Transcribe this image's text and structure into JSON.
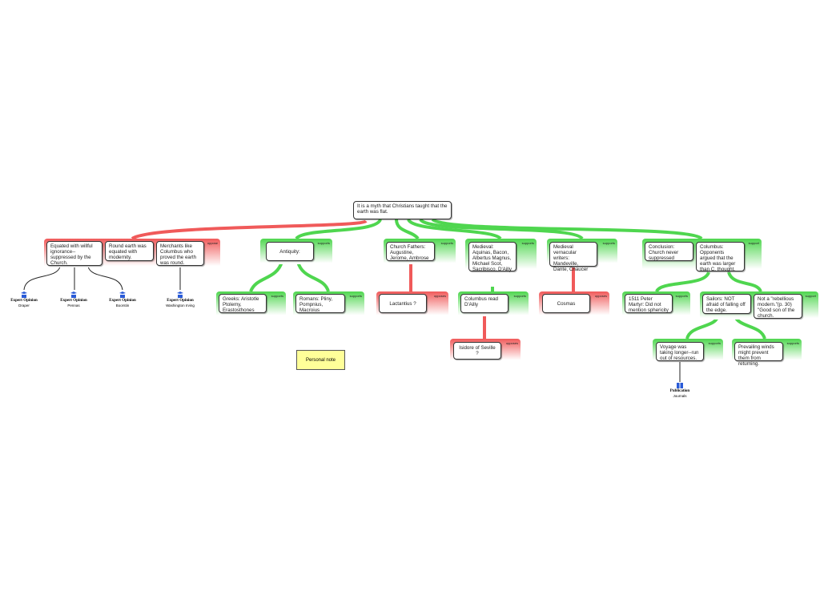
{
  "root": "It is a myth that Christians taught that the earth was flat.",
  "labels": {
    "supports": "supports",
    "opposes": "opposes",
    "oppose": "oppose",
    "support": "support"
  },
  "groups": {
    "a": [
      "Equated with willful ignorance--suppressed by the Church.",
      "Round earth was equated with modernity.",
      "Merchants like Columbus who proved the earth was round."
    ],
    "antiquity": "Antiquity:",
    "greeks": "Greeks: Aristotle Ptolemy, Erastosthones",
    "romans": "Romans: Pliny, Pompnius, Macroius",
    "church": "Church Fathers: Augustine, Jerome, Ambrose",
    "lactantius": "Lactantius ?",
    "medieval": "Medieval: Aquinas, Bacon, Albertus Magnus, Michael Scot, Sacribisco, D'Ailly",
    "columbus_read": "Columbus read D'Ailly",
    "isidore": "Isidore of Seville ?",
    "vernacular": "Medieval vernacular writers: Mandeville, Dante, Chaucer",
    "cosmas": "Cosmas",
    "conclusion": [
      "Conclusion: Church never suppressed",
      "Columbus: Opponents argued that the earth was larger than C. thought."
    ],
    "martyr": "1511 Peter Martyr: Did not mention sphericity",
    "sailors": [
      "Sailors: NOT afraid of falling off the edge.",
      "Not a \"rebellious modern.\"(p. 30) \"Good son of the church."
    ],
    "voyage": "Voyage was taking longer--run out of resources.",
    "winds": "Prevailing winds might prevent them from returning."
  },
  "experts": [
    {
      "type": "Expert Opinion",
      "name": "Draper"
    },
    {
      "type": "Expert Opinion",
      "name": "Pennas"
    },
    {
      "type": "Expert Opinion",
      "name": "Boorstin"
    },
    {
      "type": "Expert Opinion",
      "name": "Washington Irving"
    }
  ],
  "publication": {
    "type": "Publication",
    "name": "Journals"
  },
  "note": "Personal note",
  "colors": {
    "support": "#4fd64f",
    "oppose": "#f05a5a"
  }
}
